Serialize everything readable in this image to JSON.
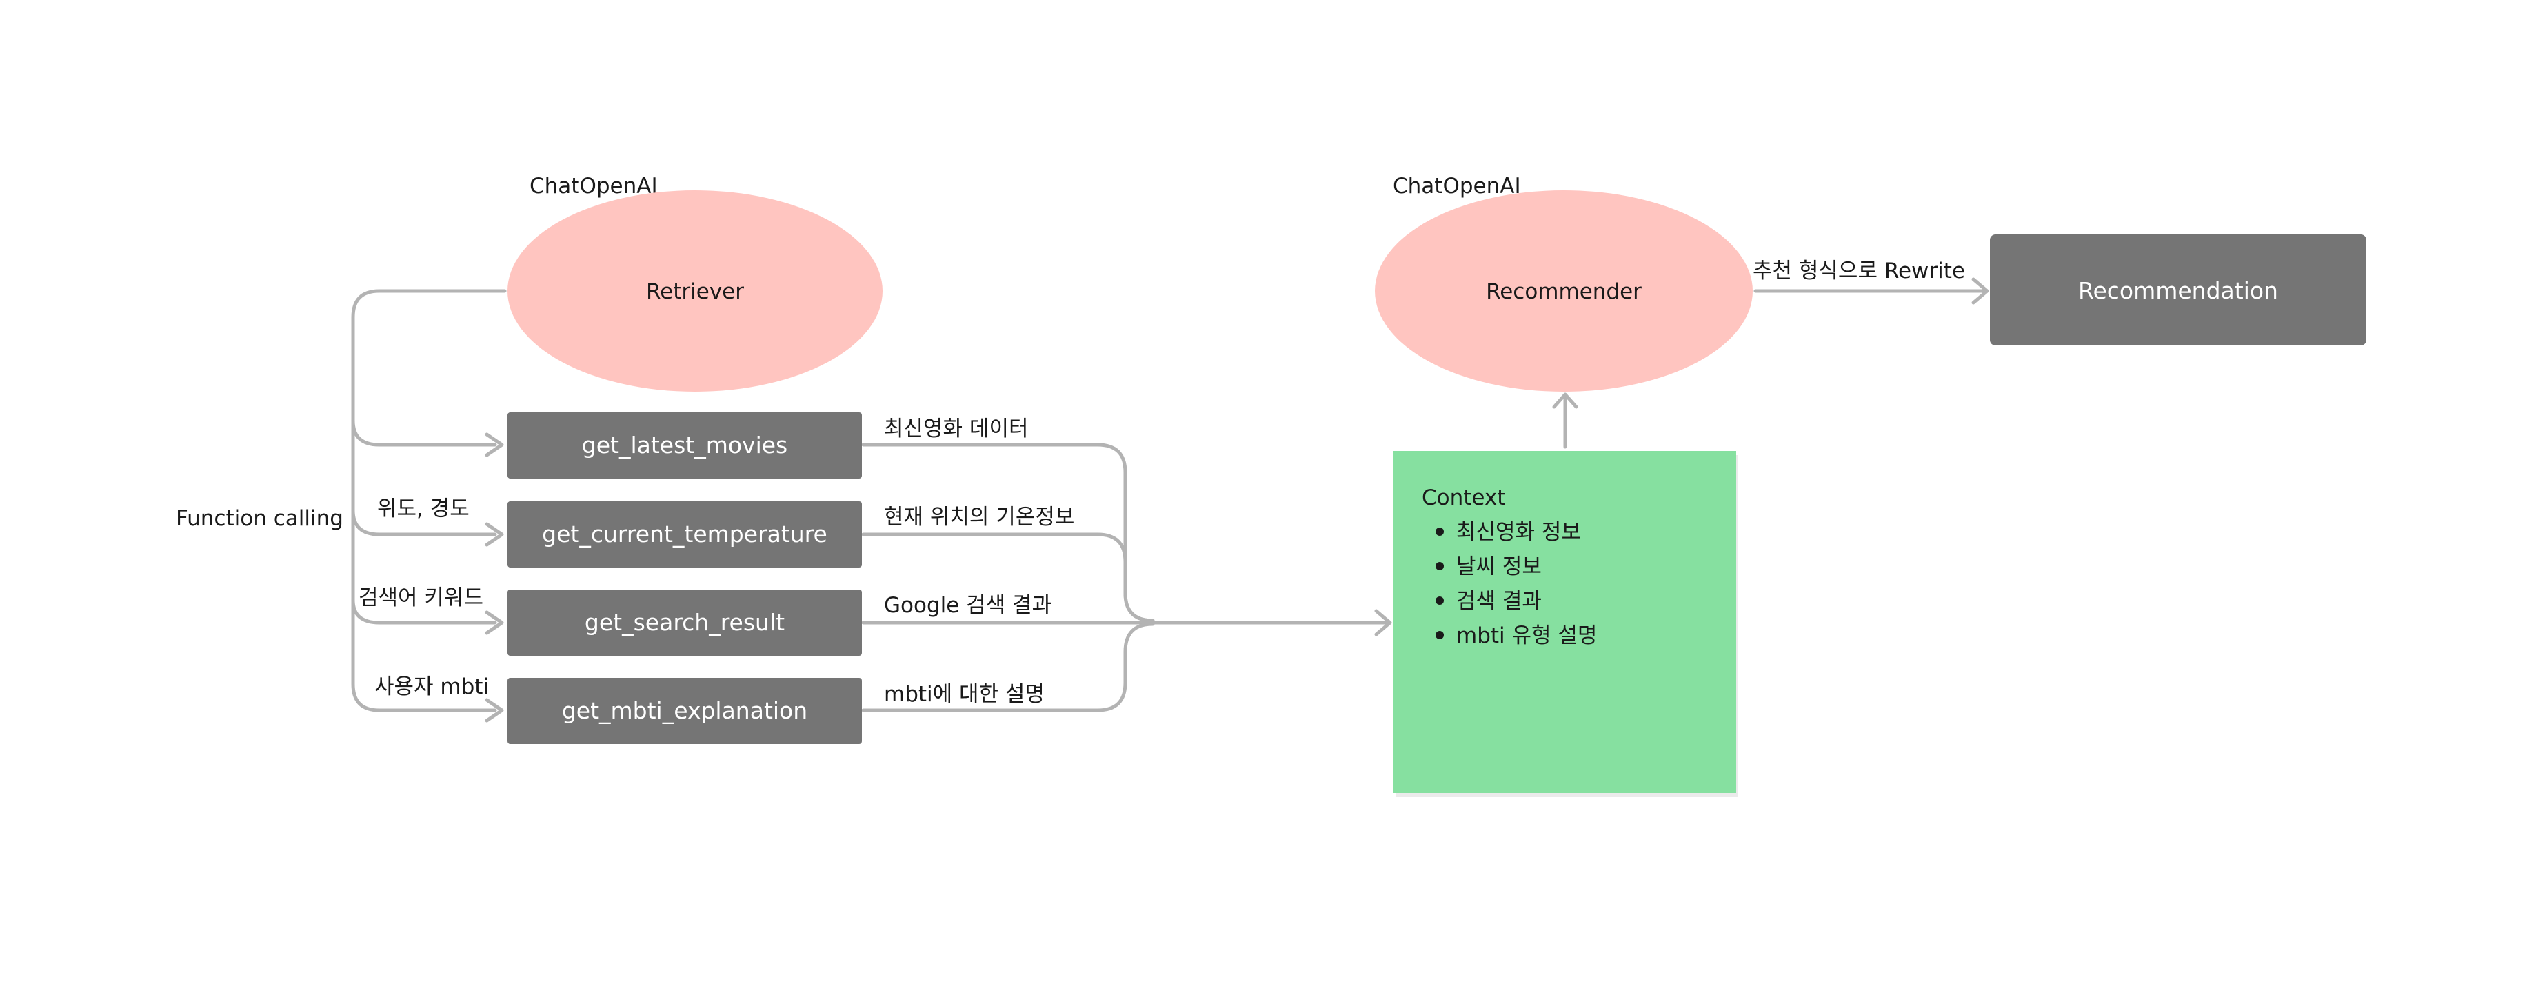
{
  "colors": {
    "llm_node": "#ffc5c0",
    "function_node": "#757575",
    "context_note": "#86e0a0",
    "connector": "#b3b3b3"
  },
  "retriever": {
    "caption": "ChatOpenAI",
    "label": "Retriever"
  },
  "recommender": {
    "caption": "ChatOpenAI",
    "label": "Recommender"
  },
  "function_calling_label": "Function calling",
  "functions": [
    {
      "name": "get_latest_movies",
      "input_label": "",
      "output_label": "최신영화 데이터"
    },
    {
      "name": "get_current_temperature",
      "input_label": "위도, 경도",
      "output_label": "현재 위치의 기온정보"
    },
    {
      "name": "get_search_result",
      "input_label": "검색어 키워드",
      "output_label": "Google 검색 결과"
    },
    {
      "name": "get_mbti_explanation",
      "input_label": "사용자 mbti",
      "output_label": "mbti에 대한 설명"
    }
  ],
  "context": {
    "title": "Context",
    "items": [
      "최신영화 정보",
      "날씨 정보",
      "검색 결과",
      "mbti 유형 설명"
    ]
  },
  "rewrite_label": "추천 형식으로 Rewrite",
  "recommendation": {
    "label": "Recommendation"
  }
}
